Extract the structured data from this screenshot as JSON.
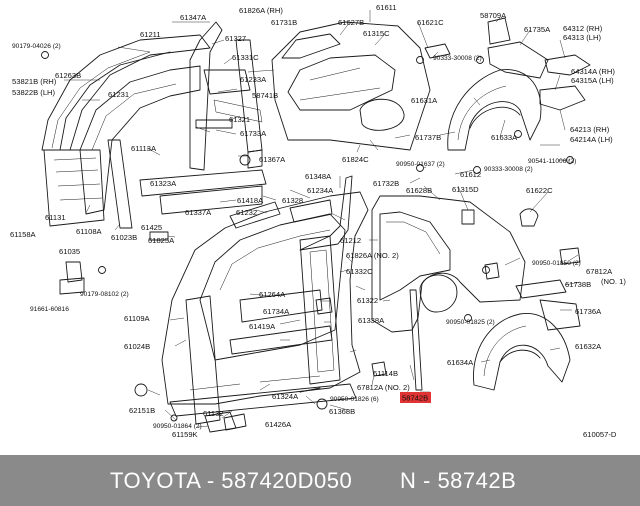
{
  "diagram": {
    "ref_code": "610057-D",
    "highlighted_part": "58742B",
    "labels": [
      "61347A",
      "61826A (RH)",
      "61731B",
      "61611",
      "61627B",
      "61621C",
      "58709A",
      "90179-04026 (2)",
      "61211",
      "61327",
      "61315C",
      "61735A",
      "64312 (RH)",
      "64313 (LH)",
      "61331C",
      "90333-30008 (2)",
      "53821B (RH)",
      "53822B (LH)",
      "61263B",
      "61233A",
      "64314A (RH)",
      "64315A (LH)",
      "58741B",
      "61231",
      "61631A",
      "61321",
      "61733A",
      "64213 (RH)",
      "64214A (LH)",
      "61113A",
      "61737B",
      "61633A",
      "90541-11006 (2)",
      "61367A",
      "61824C",
      "90950-01637 (2)",
      "90333-30008 (2)",
      "61612",
      "61348A",
      "61323A",
      "61234A",
      "61732B",
      "61315D",
      "61622C",
      "61628B",
      "61418A",
      "61328",
      "61337A",
      "61232",
      "61131",
      "61108A",
      "61023B",
      "61425",
      "61825A",
      "61212",
      "61158A",
      "61035",
      "61826A (NO. 2)",
      "61332C",
      "90950-01850 (2)",
      "67812A",
      "(NO. 1)",
      "61738B",
      "90179-08102 (2)",
      "61264A",
      "61322",
      "91661-60816",
      "61734A",
      "61109A",
      "61338A",
      "61736A",
      "61419A",
      "90950-01825 (2)",
      "61024B",
      "61114B",
      "61632A",
      "61634A",
      "67812A (NO. 2)",
      "61324A",
      "62151B",
      "90950-01826 (6)",
      "61368B",
      "61132",
      "90950-01864 (2)",
      "61426A",
      "61159K"
    ]
  },
  "caption": {
    "left": "TOYOTA - 587420D050",
    "right": "N - 58742B"
  }
}
